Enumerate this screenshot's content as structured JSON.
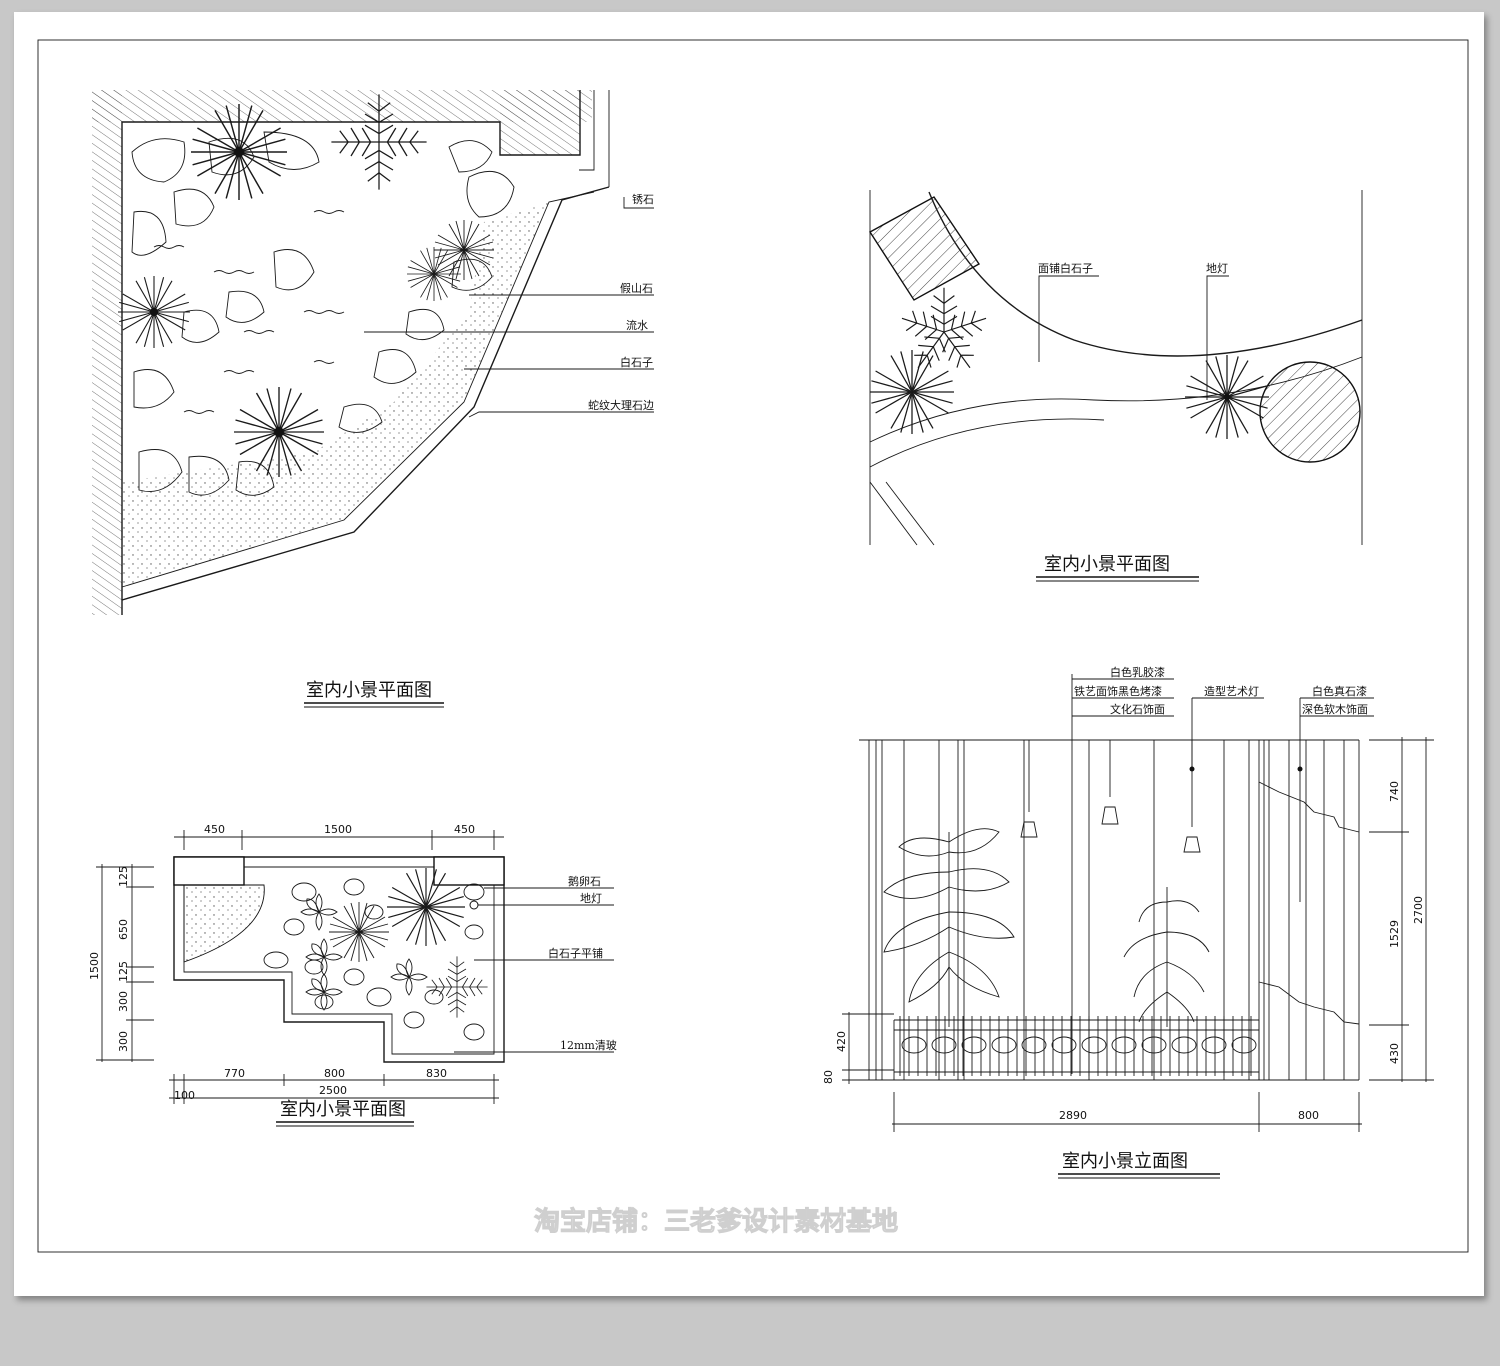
{
  "plan1": {
    "title": "室内小景平面图",
    "labels": [
      "锈石",
      "假山石",
      "流水",
      "白石子",
      "蛇纹大理石边"
    ]
  },
  "plan2": {
    "title": "室内小景平面图",
    "labels": [
      "面铺白石子",
      "地灯"
    ]
  },
  "plan3": {
    "title": "室内小景平面图",
    "labels": [
      "鹅卵石",
      "地灯",
      "白石子平铺",
      "12mm清玻"
    ],
    "dims_top": [
      "450",
      "1500",
      "450"
    ],
    "dims_bottom": [
      "770",
      "800",
      "830"
    ],
    "dim_total": "2500",
    "dim_small": "100",
    "dims_left": [
      "125",
      "650",
      "125",
      "300",
      "300"
    ],
    "dim_left_total": "1500"
  },
  "elevation": {
    "title": "室内小景立面图",
    "labels": [
      "白色乳胶漆",
      "铁艺面饰黑色烤漆",
      "文化石饰面",
      "造型艺术灯",
      "白色真石漆",
      "深色软木饰面"
    ],
    "dims_right": [
      "740",
      "1529",
      "430"
    ],
    "dim_right_total": "2700",
    "dims_left": [
      "420",
      "80"
    ],
    "dims_bottom": [
      "2890",
      "800"
    ]
  },
  "watermark": "淘宝店铺：三老爹设计素材基地"
}
